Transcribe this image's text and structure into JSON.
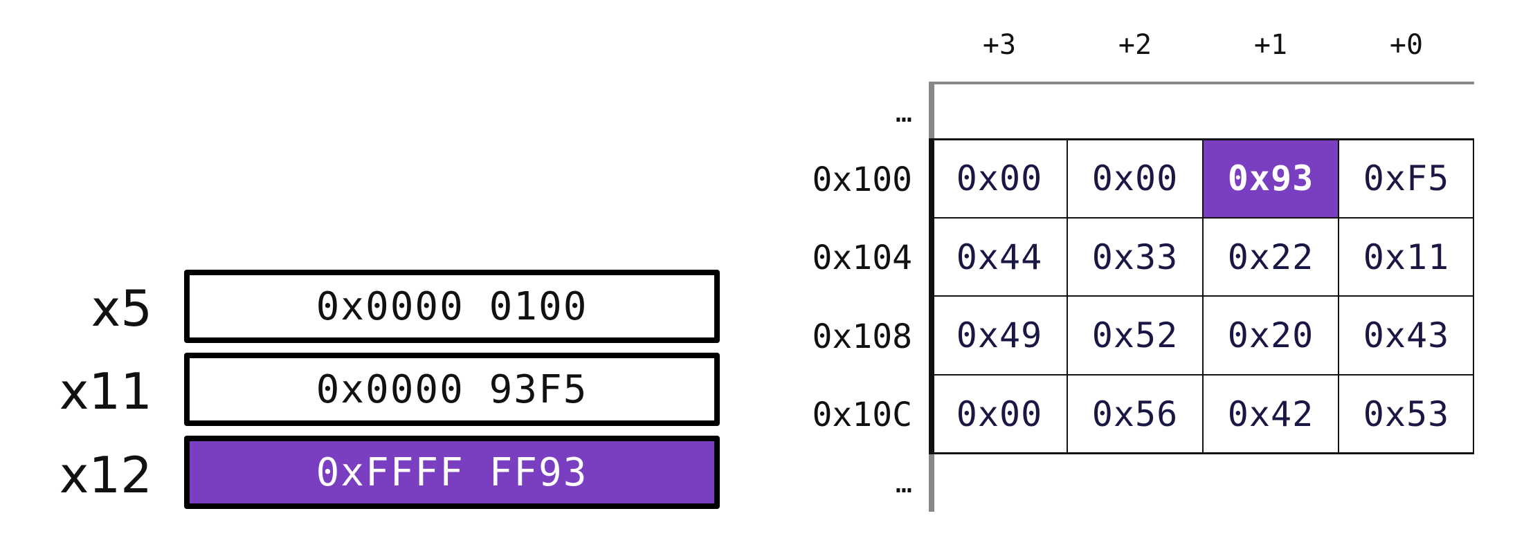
{
  "registers": [
    {
      "name": "x5",
      "value": "0x0000 0100"
    },
    {
      "name": "x11",
      "value": "0x0000 93F5"
    },
    {
      "name": "x12",
      "value": "0xFFFF FF93",
      "highlighted": true
    }
  ],
  "memory": {
    "column_headers": [
      "+3",
      "+2",
      "+1",
      "+0"
    ],
    "ellipsis": "…",
    "rows": [
      {
        "address": "0x100",
        "bytes": [
          "0x00",
          "0x00",
          "0x93",
          "0xF5"
        ]
      },
      {
        "address": "0x104",
        "bytes": [
          "0x44",
          "0x33",
          "0x22",
          "0x11"
        ]
      },
      {
        "address": "0x108",
        "bytes": [
          "0x49",
          "0x52",
          "0x20",
          "0x43"
        ]
      },
      {
        "address": "0x10C",
        "bytes": [
          "0x00",
          "0x56",
          "0x42",
          "0x53"
        ]
      }
    ],
    "highlighted_cell": {
      "row": 0,
      "col": 2
    }
  },
  "colors": {
    "highlight": "#7a3fc0",
    "cell_text": "#1b1745",
    "border": "#000000"
  }
}
